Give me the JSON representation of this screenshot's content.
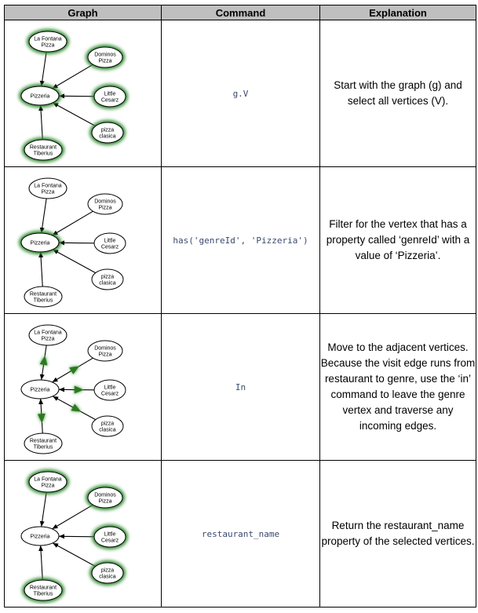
{
  "headers": {
    "graph": "Graph",
    "command": "Command",
    "explanation": "Explanation"
  },
  "node_labels": {
    "la_fontana": [
      "La Fontana",
      "Pizza"
    ],
    "dominos": [
      "Dominos",
      "Pizza"
    ],
    "pizzeria": [
      "Pizzeria"
    ],
    "little_cesarz": [
      "Little",
      "Cesarz"
    ],
    "pizza_clasica": [
      "pizza",
      "clasica"
    ],
    "restaurant_tiberius": [
      "Restaurant",
      "Tiberius"
    ]
  },
  "rows": [
    {
      "command": "g.V",
      "explanation": "Start with the graph (g) and select all vertices (V)."
    },
    {
      "command": "has('genreId', 'Pizzeria')",
      "explanation": "Filter for the vertex that has a property called ‘genreId’ with a value of ‘Pizzeria’."
    },
    {
      "command": "In",
      "explanation": "Move to the adjacent vertices. Because the visit edge runs from restaurant to genre, use the ‘in’ command to leave the genre vertex and traverse any incoming edges."
    },
    {
      "command": "restaurant_name",
      "explanation": "Return the restaurant_name property of the selected vertices."
    }
  ],
  "colors": {
    "highlight": "#2f8a2f",
    "header_bg": "#bfbfbf",
    "command_text": "#3a4a6e"
  }
}
